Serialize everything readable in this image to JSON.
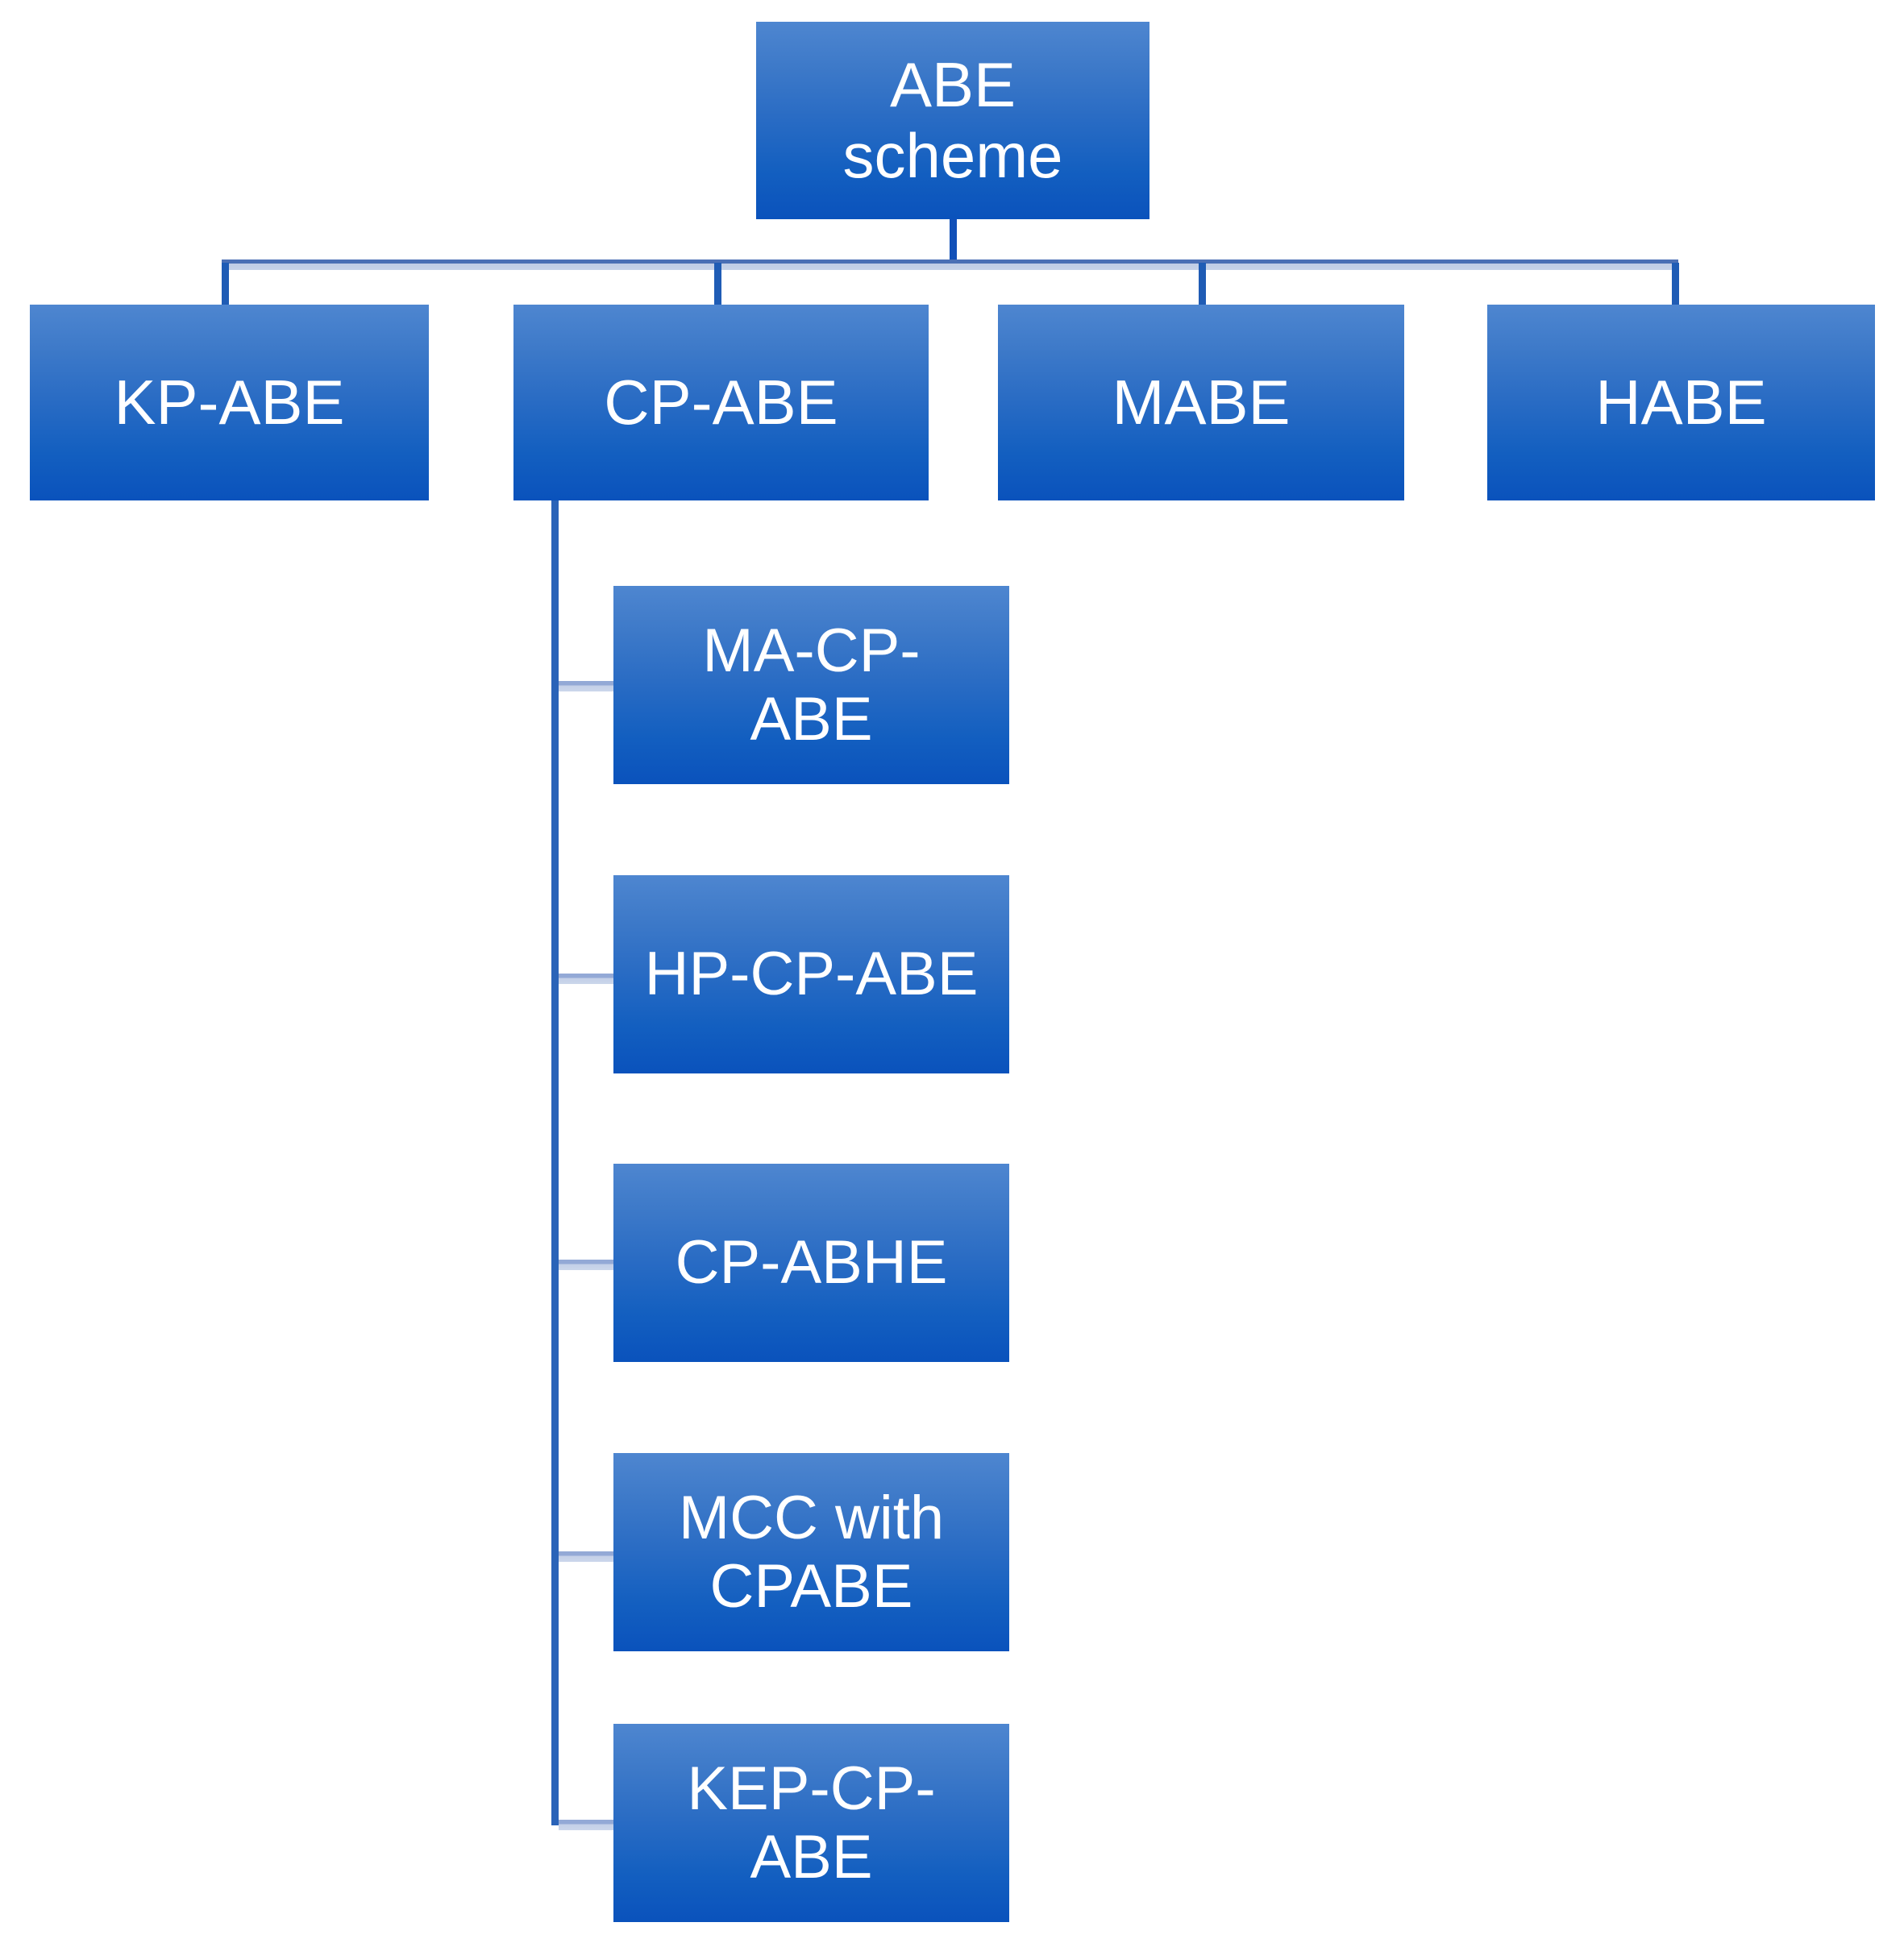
{
  "diagram": {
    "type": "hierarchy-tree",
    "title": "ABE scheme taxonomy",
    "colors": {
      "node_fill_top": "#4E86D0",
      "node_fill_bottom": "#0A52BC",
      "node_text": "#FFFFFF",
      "connector_dark": "#4A6FB5",
      "connector_light": "#BFCCE5",
      "drop_line": "#1F5CB5",
      "spine_line": "#2A63B8",
      "background": "#FFFFFF"
    },
    "root": {
      "label": "ABE\nscheme",
      "line1": "ABE",
      "line2": "scheme"
    },
    "level1": [
      {
        "label": "KP-ABE"
      },
      {
        "label": "CP-ABE"
      },
      {
        "label": "MABE"
      },
      {
        "label": "HABE"
      }
    ],
    "level2_parent": "CP-ABE",
    "level2": [
      {
        "label": "MA-CP-\nABE"
      },
      {
        "label": "HP-CP-ABE"
      },
      {
        "label": "CP-ABHE"
      },
      {
        "label": "MCC with\nCPABE"
      },
      {
        "label": "KEP-CP-\nABE"
      }
    ]
  }
}
